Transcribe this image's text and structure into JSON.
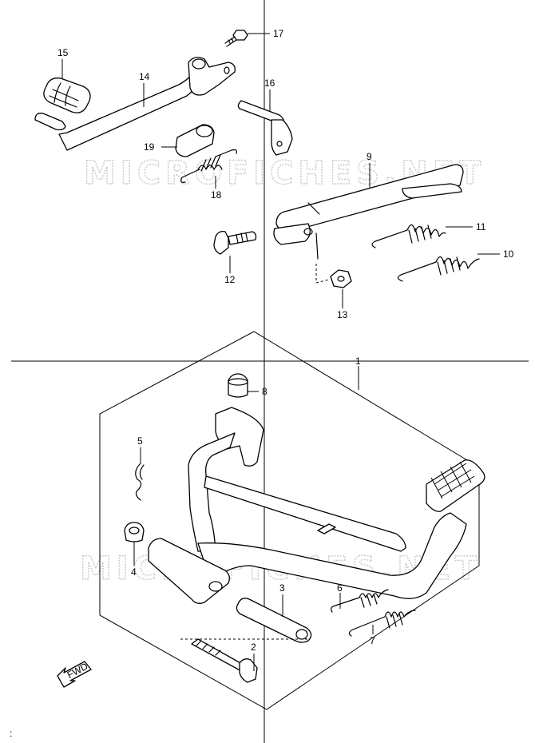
{
  "watermark": "MICROFICHES.NET",
  "fwd_label": "FWD",
  "footer": ":",
  "callouts": {
    "p1": "1",
    "p2": "2",
    "p3": "3",
    "p4": "4",
    "p5": "5",
    "p6": "6",
    "p7": "7",
    "p8": "8",
    "p9": "9",
    "p10": "10",
    "p11": "11",
    "p12": "12",
    "p13": "13",
    "p14": "14",
    "p15": "15",
    "p16": "16",
    "p17": "17",
    "p18": "18",
    "p19": "19"
  }
}
